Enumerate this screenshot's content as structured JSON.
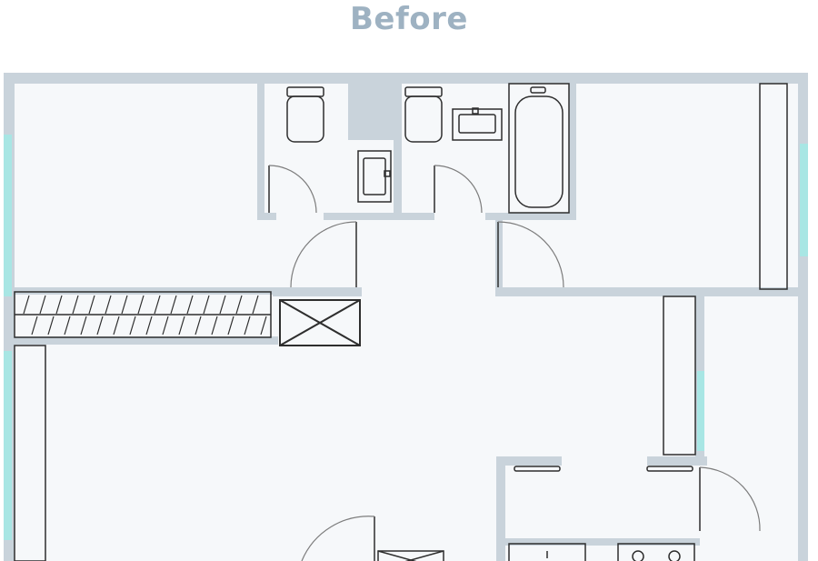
{
  "header": {
    "title": "Before"
  },
  "colors": {
    "title": "#9eb2c2",
    "wall": "#c9d3db",
    "floor": "#f6f8fa",
    "window": "#a8e6e4",
    "line": "#2e2e2e",
    "door_arc": "#7d7d7d"
  },
  "plan": {
    "rooms": [
      {
        "id": "bedroom-northwest"
      },
      {
        "id": "toilet-1"
      },
      {
        "id": "toilet-2-bath"
      },
      {
        "id": "bedroom-northeast"
      },
      {
        "id": "hallway"
      },
      {
        "id": "living-room"
      },
      {
        "id": "kitchen"
      },
      {
        "id": "utility-east"
      }
    ],
    "fixtures": [
      "toilet-1",
      "toilet-2",
      "sink-1",
      "sink-2",
      "bathtub",
      "radiator-strip",
      "shaft-box",
      "wardrobe-west",
      "wardrobe-east",
      "wardrobe-south",
      "stove"
    ]
  }
}
